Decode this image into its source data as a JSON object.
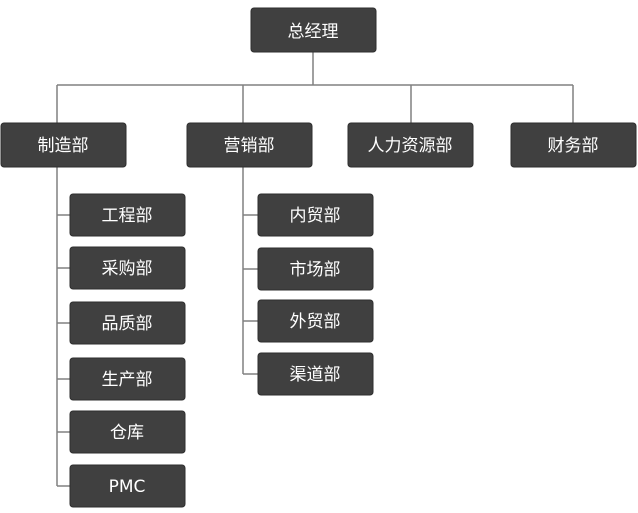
{
  "org_chart": {
    "root": {
      "label": "总经理"
    },
    "departments": [
      {
        "label": "制造部",
        "children": [
          "工程部",
          "采购部",
          "品质部",
          "生产部",
          "仓库",
          "PMC"
        ]
      },
      {
        "label": "营销部",
        "children": [
          "内贸部",
          "市场部",
          "外贸部",
          "渠道部"
        ]
      },
      {
        "label": "人力资源部",
        "children": []
      },
      {
        "label": "财务部",
        "children": []
      }
    ]
  },
  "colors": {
    "box_fill": "#404040",
    "box_text": "#ffffff",
    "connector": "#808080"
  }
}
